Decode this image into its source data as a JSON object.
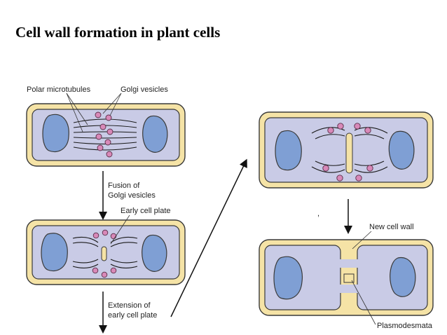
{
  "title": "Cell wall formation in plant cells",
  "labels": {
    "polar_microtubules": "Polar microtubules",
    "golgi_vesicles": "Golgi vesicles",
    "fusion_line1": "Fusion of",
    "fusion_line2": "Golgi vesicles",
    "early_cell_plate": "Early cell plate",
    "extension_line1": "Extension of",
    "extension_line2": "early cell plate",
    "new_cell_wall": "New cell wall",
    "plasmodesmata": "Plasmodesmata",
    "stray_mark": ","
  },
  "colors": {
    "cell_wall": "#f5e3a6",
    "cell_wall_stroke": "#3a3a3a",
    "cytoplasm": "#c9cbe6",
    "nucleus": "#7f9fd4",
    "vesicle": "#d889b8",
    "microtubule": "#1a1a1a"
  }
}
